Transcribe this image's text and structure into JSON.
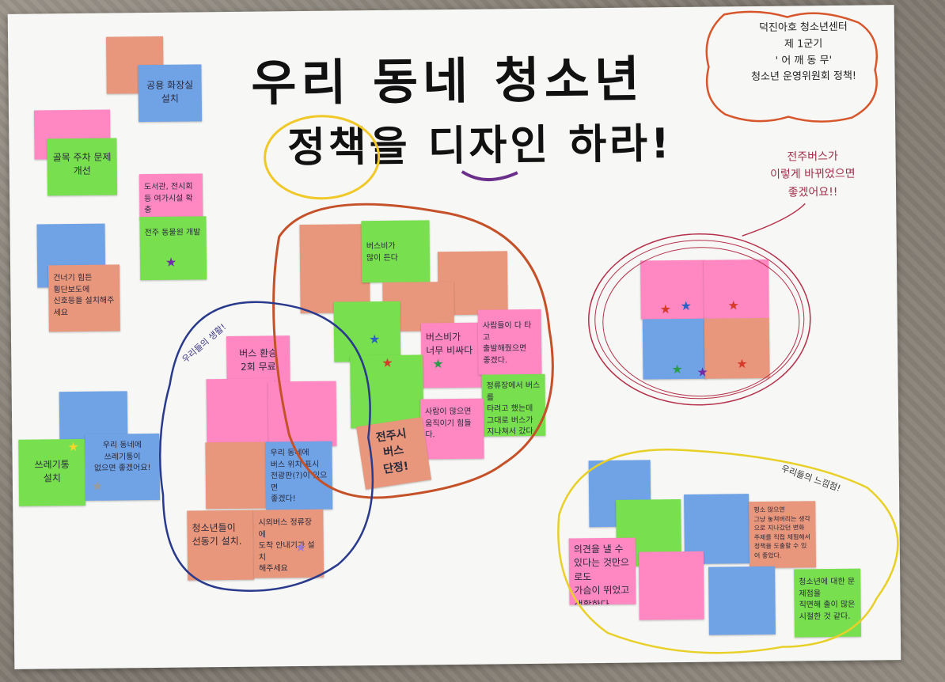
{
  "title": {
    "line1": "우리 동네 청소년",
    "line2": "정책을 디자인 하라!"
  },
  "corner_box": "덕진아호 청소년센터\n제 1군기\n' 어 깨 동 무'\n청소년 운영위원회 정책!",
  "jeonju_bus_comment": "전주버스가\n이렇게 바뀌었으면\n좋겠어요!!",
  "tags": {
    "bus_urgent": "전주시\n버스\n단정!",
    "welfare": "우리들의 생활!",
    "feelings": "우리들의 느낌점!"
  },
  "notes": [
    {
      "id": "restroom",
      "color": "blue",
      "text": "공용 화장실\n설치"
    },
    {
      "id": "parking",
      "color": "green",
      "text": "골목 주차 문제\n개선"
    },
    {
      "id": "culture",
      "color": "pink",
      "text": "도서관, 전시회\n등 여가시설 확충"
    },
    {
      "id": "zoo",
      "color": "green",
      "text": "전주 동물원 개발"
    },
    {
      "id": "crosswalk",
      "color": "salmon",
      "text": "건너기 힘든\n횡단보도에\n신호등을 설치해주\n세요"
    },
    {
      "id": "bus_fare",
      "color": "pink",
      "text": "버스 환승\n2회 무료"
    },
    {
      "id": "trash",
      "color": "green",
      "text": "쓰레기통\n설치"
    },
    {
      "id": "trash_bin",
      "color": "blue",
      "text": "우리 동네에\n쓰레기통이\n없으면 좋겠어요!"
    },
    {
      "id": "bus_stop",
      "color": "blue",
      "text": "우리 동네에\n버스 위치 표시\n전광판(?)이 있으면\n좋겠다!"
    },
    {
      "id": "youth_space",
      "color": "salmon",
      "text": "청소년들이\n선동기 설치."
    },
    {
      "id": "outer_bus",
      "color": "salmon",
      "text": "시외버스 정류장에\n도착 안내기가 설치\n해주세요"
    },
    {
      "id": "bus_price",
      "color": "pink",
      "text": "버스비가\n너무 비싸다"
    },
    {
      "id": "bus_fast",
      "color": "green",
      "text": "버스비가\n많이 든다"
    },
    {
      "id": "stop_short",
      "color": "pink",
      "text": "사람들이 다 타고\n출발해줬으면\n좋겠다."
    },
    {
      "id": "bus_noisy",
      "color": "pink",
      "text": "사람이 많으면\n움직이기 힘들다."
    },
    {
      "id": "bus_driver",
      "color": "green",
      "text": "정류장에서 버스를\n타려고 했는데\n그대로 버스가\n지나쳐서 갔다."
    },
    {
      "id": "opinion",
      "color": "pink",
      "text": "의견을 낼 수\n있다는 것만으로도\n가슴이 뛰었고\n생활한다."
    },
    {
      "id": "society",
      "color": "green",
      "text": "청소년에 대한 문제점을\n직면해 출이 많은\n시절한 것 같다."
    },
    {
      "id": "thoughts",
      "color": "salmon",
      "text": "평소 많으면\n그냥 놓쳐버리는 생각\n으로 지나갔던 변화\n주제를 직접 체험해서\n정책을 도출할 수 있어 좋았다."
    }
  ]
}
